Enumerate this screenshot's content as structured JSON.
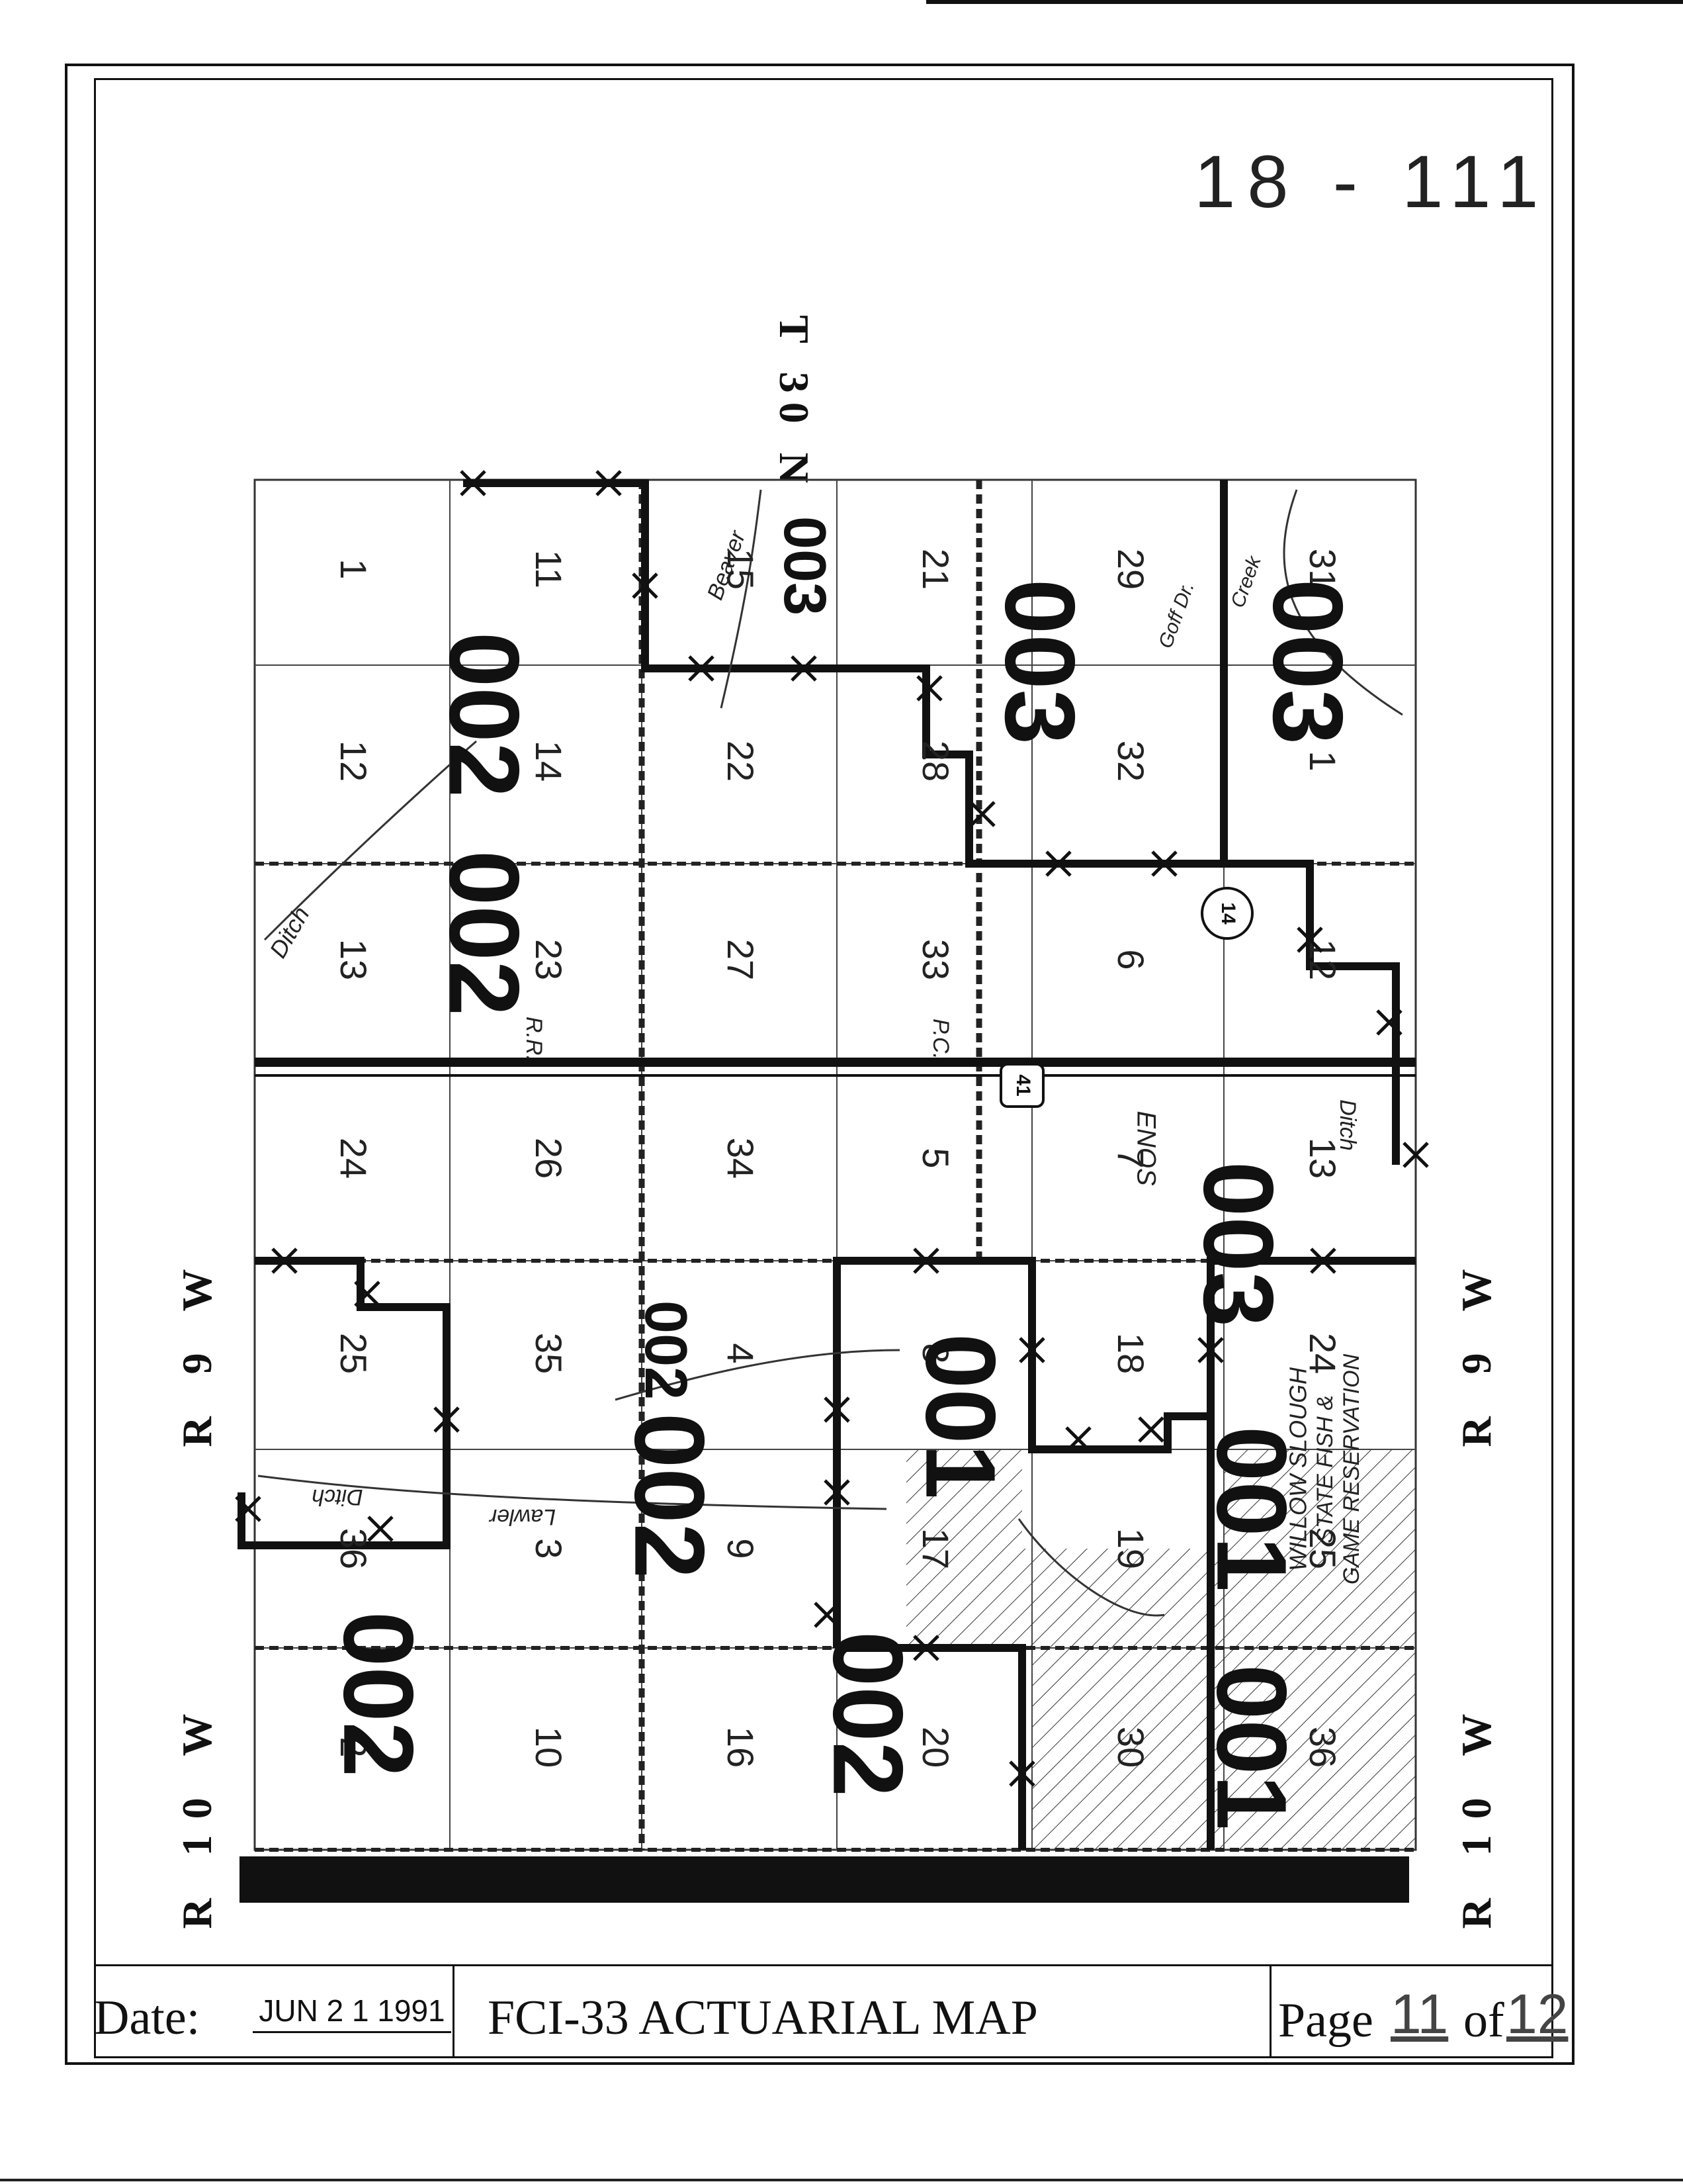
{
  "map_code": "18 - 111",
  "township_label": "T 30 N",
  "range_left_top": "R 9 W",
  "range_left_bottom": "R 10 W",
  "range_right_top": "R 9 W",
  "range_right_bottom": "R 10 W",
  "footer": {
    "date_label": "Date:",
    "date_value": "JUN 2 1 1991",
    "title": "FCI-33 ACTUARIAL MAP",
    "page_label": "Page",
    "page_current": "11",
    "of_label": "of",
    "page_total": "12"
  },
  "map": {
    "sections": [
      "1",
      "12",
      "13",
      "24",
      "25",
      "36",
      "2",
      "11",
      "14",
      "23",
      "26",
      "35",
      "3",
      "10",
      "15",
      "22",
      "27",
      "34",
      "4",
      "9",
      "16",
      "21",
      "28",
      "33",
      "5",
      "8",
      "17",
      "20",
      "29",
      "32",
      "6",
      "7",
      "18",
      "19",
      "30",
      "31",
      "1",
      "12",
      "13",
      "24",
      "25",
      "36"
    ],
    "zone_labels": [
      "002",
      "002",
      "002",
      "002",
      "002",
      "002",
      "003",
      "003",
      "003",
      "003",
      "001",
      "001",
      "001"
    ],
    "features": [
      "Beaver",
      "Creek",
      "Goff Dr.",
      "Ditch",
      "R.R.",
      "P.C.",
      "ENOS",
      "Ditch",
      "Ditch",
      "Lawler",
      "WILLOW SLOUGH",
      "STATE FISH &",
      "GAME RESERVATION"
    ],
    "route_markers": [
      "14",
      "41"
    ]
  }
}
